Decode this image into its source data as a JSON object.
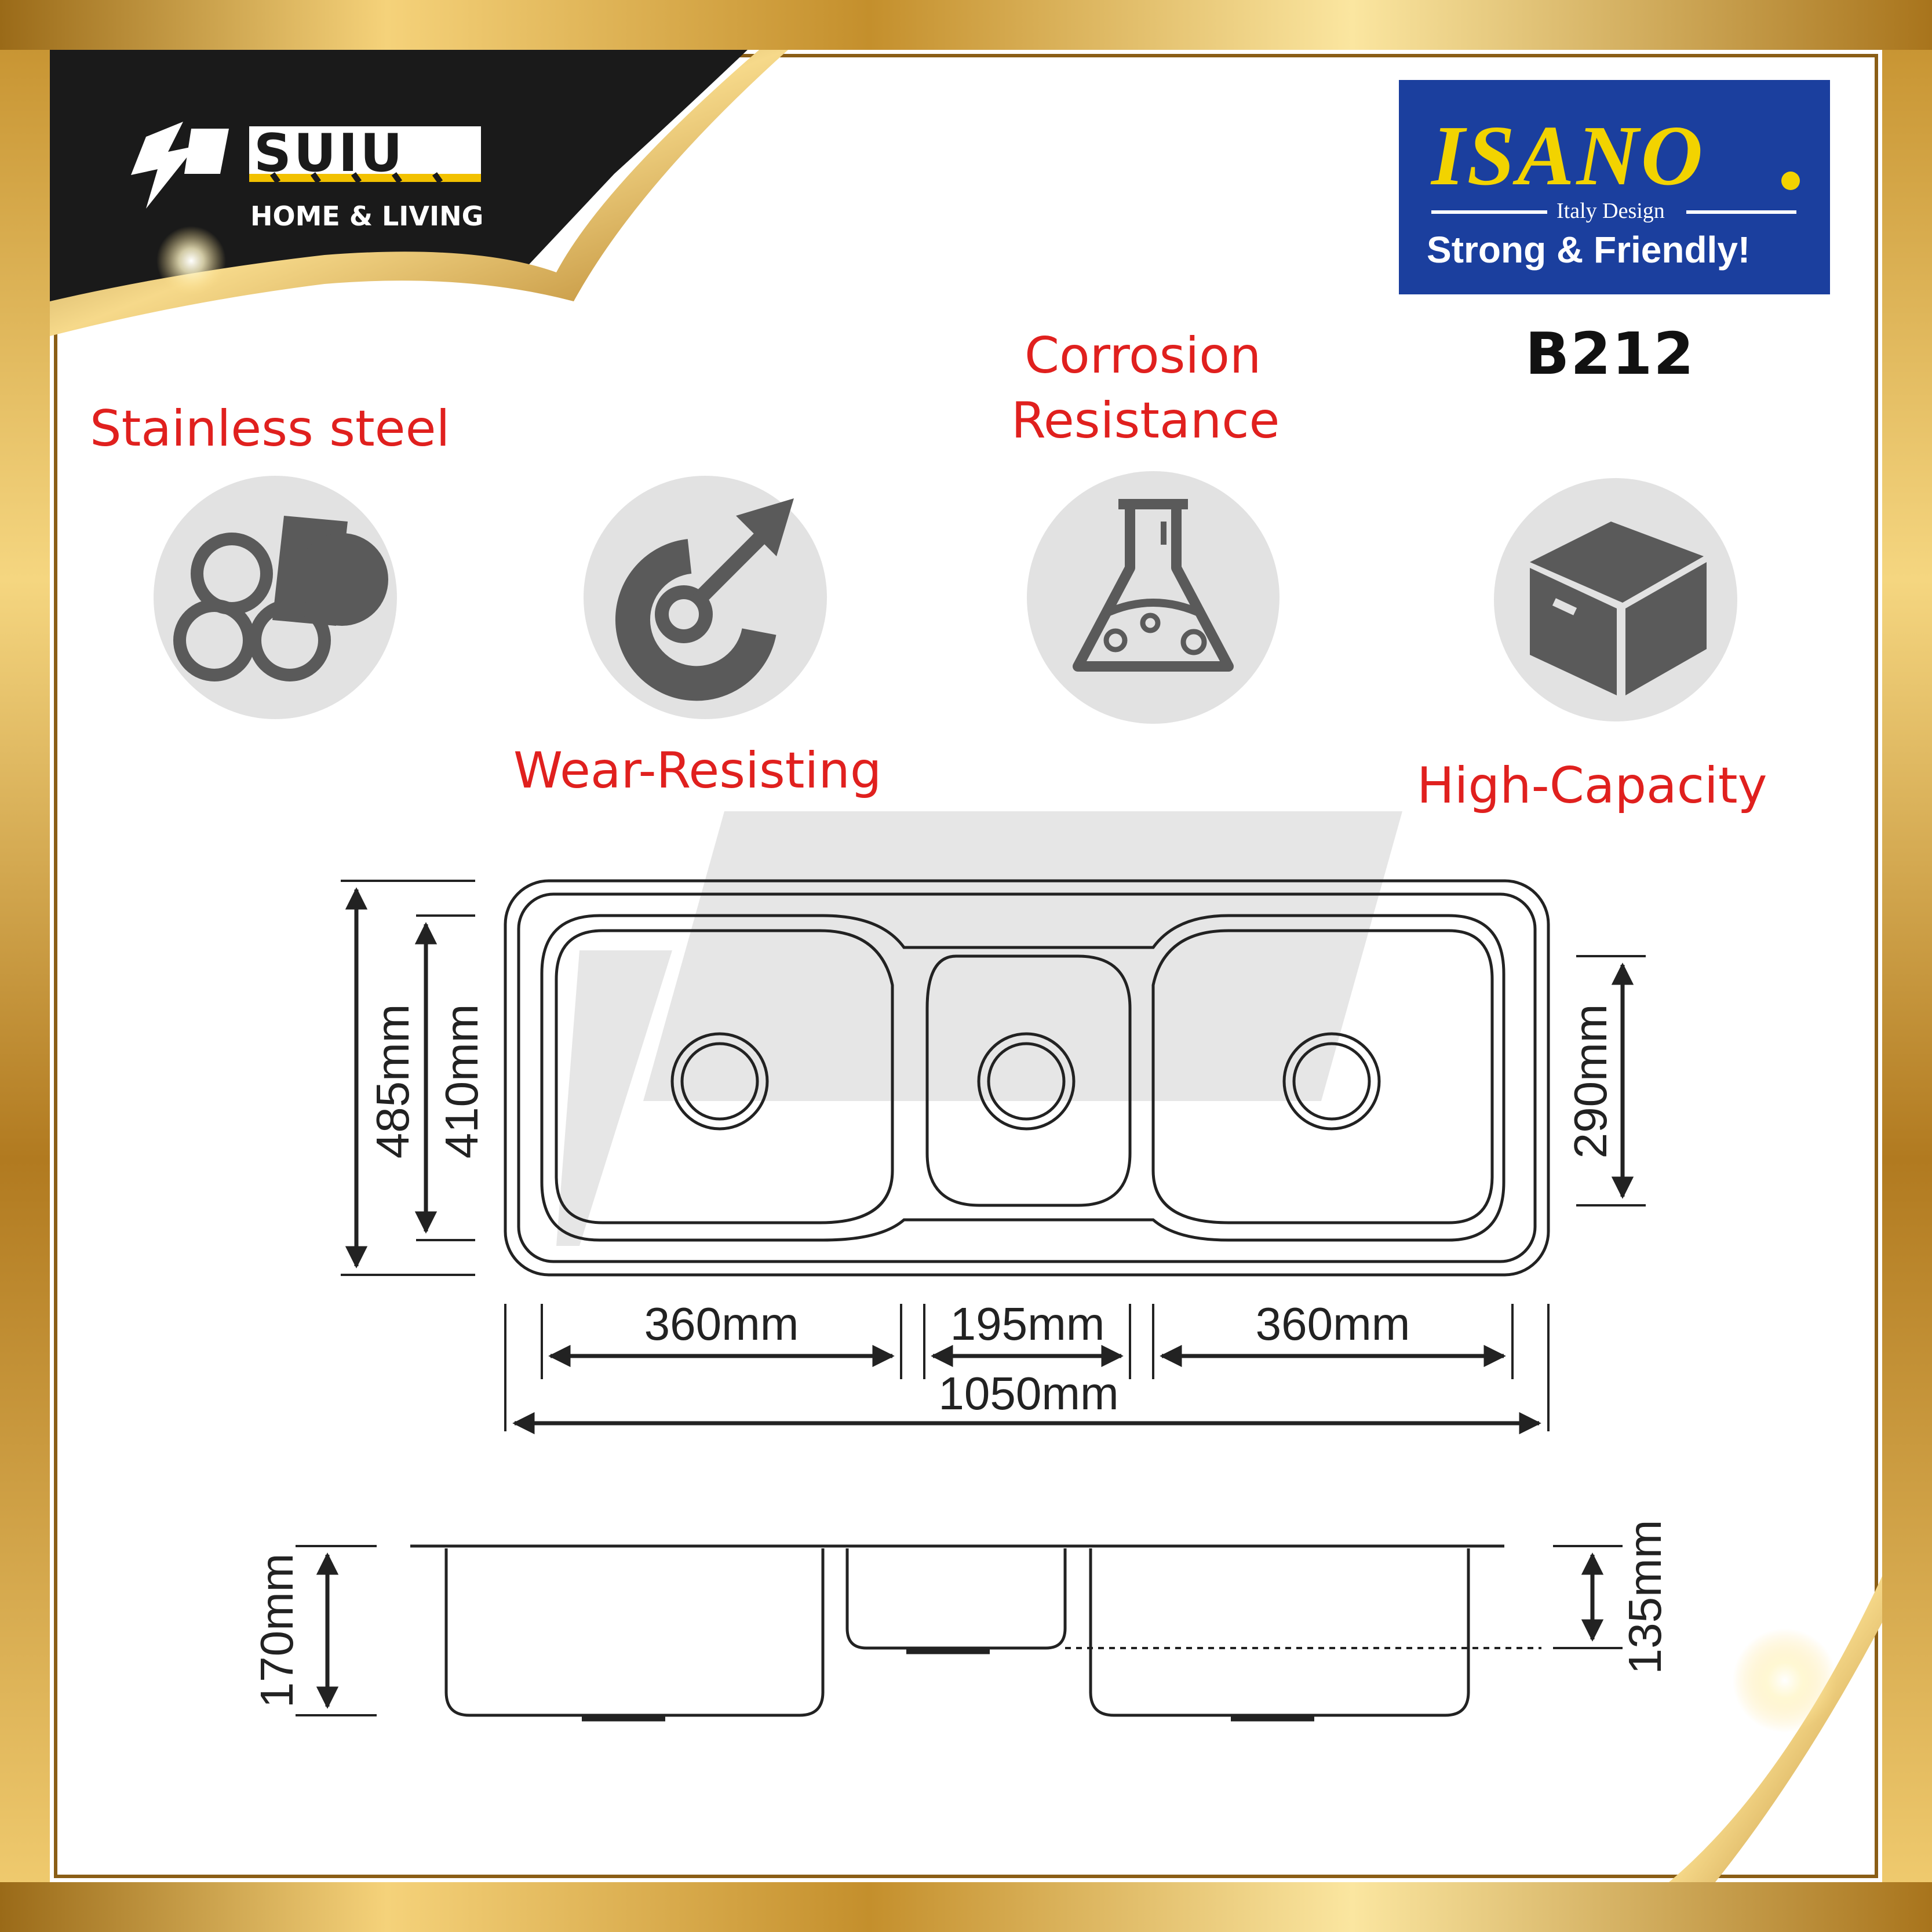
{
  "brand": {
    "suiu_name": "SUIU",
    "suiu_tagline": "HOME & LIVING",
    "isano_name": "ISANO",
    "isano_subtitle": "Italy Design",
    "isano_slogan": "Strong & Friendly!"
  },
  "product": {
    "model": "B212"
  },
  "features": [
    {
      "label": "Stainless steel",
      "icon": "steel-pipes-icon"
    },
    {
      "label": "Wear-Resisting",
      "icon": "target-arrow-icon"
    },
    {
      "label_line1": "Corrosion",
      "label_line2": "Resistance",
      "icon": "flask-icon"
    },
    {
      "label": "High-Capacity",
      "icon": "box-icon"
    }
  ],
  "dimensions": {
    "overall_depth": "485mm",
    "inner_depth": "410mm",
    "small_bowl_depth": "290mm",
    "left_bowl_width": "360mm",
    "center_bowl_width": "195mm",
    "right_bowl_width": "360mm",
    "overall_width": "1050mm",
    "bowl_height": "170mm",
    "small_bowl_height": "135mm"
  },
  "colors": {
    "feature_text": "#e0201e",
    "icon_gray": "#5a5a5a",
    "icon_circle": "#e2e2e2",
    "isano_blue": "#1b3f9e",
    "isano_yellow": "#f2d300",
    "gold": "#d6a23c"
  }
}
